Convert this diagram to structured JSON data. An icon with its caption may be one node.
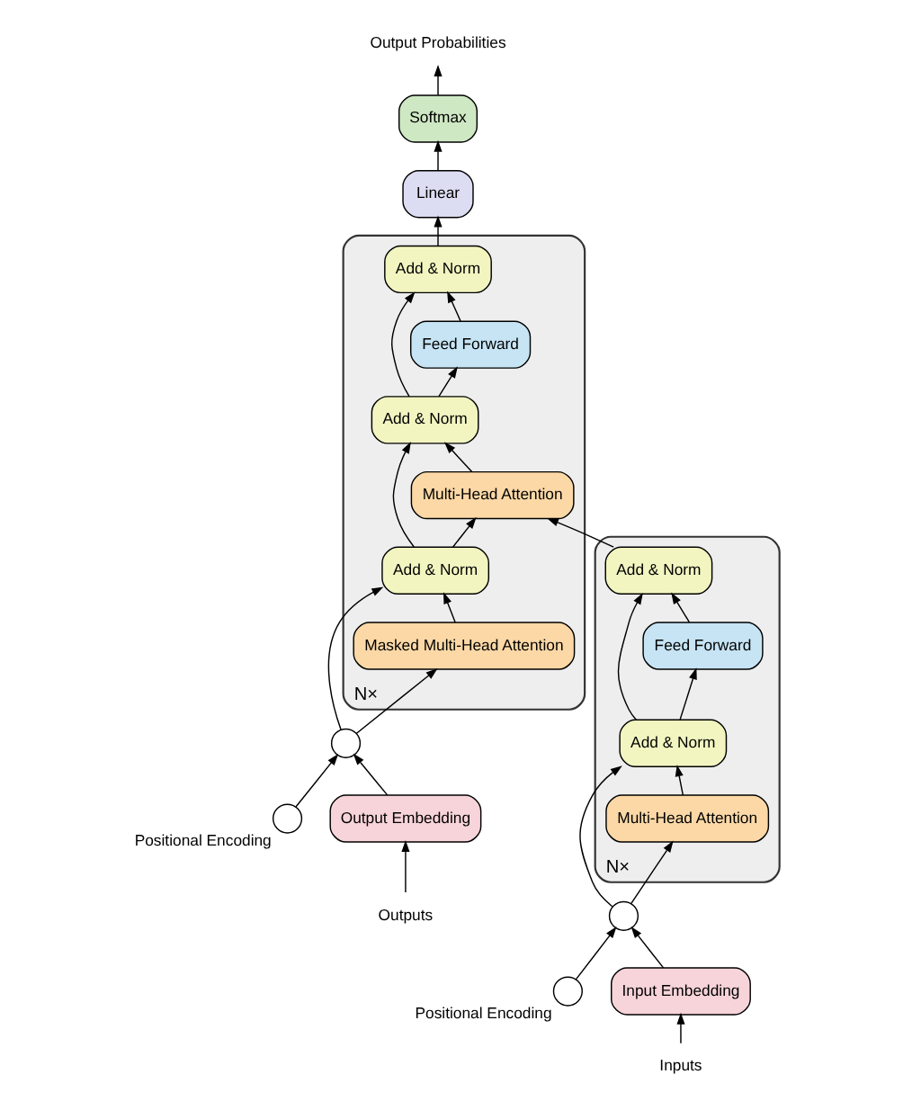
{
  "diagram": {
    "nodes": [
      {
        "text": [
          "Output Probabilities"
        ]
      },
      {
        "text": [
          "Softmax"
        ]
      },
      {
        "text": [
          "Linear"
        ]
      },
      {
        "text": [],
        "shape": "box",
        "beside": [
          "N×"
        ]
      },
      {
        "text": [
          "Add & Norm"
        ],
        "in": 3
      },
      {
        "text": [
          "Feed Forward"
        ],
        "in": 3
      },
      {
        "text": [
          "Add & Norm"
        ],
        "in": 3
      },
      {
        "text": [
          "Multi-Head Attention"
        ],
        "in": 3
      },
      {
        "text": [],
        "shape": "box",
        "beside": [
          "N×"
        ]
      },
      {
        "text": [
          "Add & Norm"
        ],
        "in": 8
      },
      {
        "text": [
          "Feed Forward"
        ],
        "in": 8
      },
      {
        "text": [
          "Add & Norm"
        ],
        "in": 8
      },
      {
        "text": [
          "Multi-Head Attention"
        ],
        "in": 8
      },
      {
        "text": [
          "Add & Norm"
        ],
        "in": 8
      },
      {
        "text": [
          "Masked Multi-Head Attention"
        ],
        "in": 8
      },
      {
        "text": [],
        "shape": "circle",
        "beside": [
          "Positional Encoding"
        ]
      },
      {
        "text": [],
        "shape": "circle"
      },
      {
        "text": [],
        "shape": "circle"
      },
      {
        "text": [],
        "shape": "circle",
        "beside": [
          "Positional Encoding"
        ]
      },
      {
        "text": [
          "Input Embedding"
        ]
      },
      {
        "text": [
          "Output Embedding"
        ]
      },
      {
        "text": [
          "Inputs"
        ]
      },
      {
        "text": [
          "Outputs"
        ]
      }
    ],
    "edges": [
      {
        "from": 21,
        "to": 19,
        "arrow": "to"
      },
      {
        "from": 19,
        "to": 16,
        "arrow": "to"
      },
      {
        "from": 15,
        "to": 16,
        "arrow": "to"
      },
      {
        "from": 16,
        "to": 7,
        "arrow": "to"
      },
      {
        "from": 16,
        "to": 6,
        "arrow": "to"
      },
      {
        "from": 7,
        "to": 6,
        "arrow": "to"
      },
      {
        "from": 6,
        "to": 5,
        "arrow": "to"
      },
      {
        "from": 6,
        "to": 4,
        "arrow": "to"
      },
      {
        "from": 5,
        "to": 4,
        "arrow": "to"
      },
      {
        "from": 4,
        "to": 12,
        "arrow": "to"
      },
      {
        "from": 22,
        "to": 20,
        "arrow": "to"
      },
      {
        "from": 20,
        "to": 17,
        "arrow": "to"
      },
      {
        "from": 18,
        "to": 17,
        "arrow": "to"
      },
      {
        "from": 17,
        "to": 14,
        "arrow": "to"
      },
      {
        "from": 17,
        "to": 13,
        "arrow": "to"
      },
      {
        "from": 14,
        "to": 13,
        "arrow": "to"
      },
      {
        "from": 13,
        "to": 12,
        "arrow": "to"
      },
      {
        "from": 13,
        "to": 11,
        "arrow": "to"
      },
      {
        "from": 12,
        "to": 11,
        "arrow": "to"
      },
      {
        "from": 11,
        "to": 10,
        "arrow": "to"
      },
      {
        "from": 11,
        "to": 9,
        "arrow": "to"
      },
      {
        "from": 10,
        "to": 9,
        "arrow": "to"
      },
      {
        "from": 9,
        "to": 2,
        "arrow": "to"
      },
      {
        "from": 2,
        "to": 1,
        "arrow": "to"
      },
      {
        "from": 1,
        "to": 0,
        "arrow": "to"
      }
    ]
  }
}
